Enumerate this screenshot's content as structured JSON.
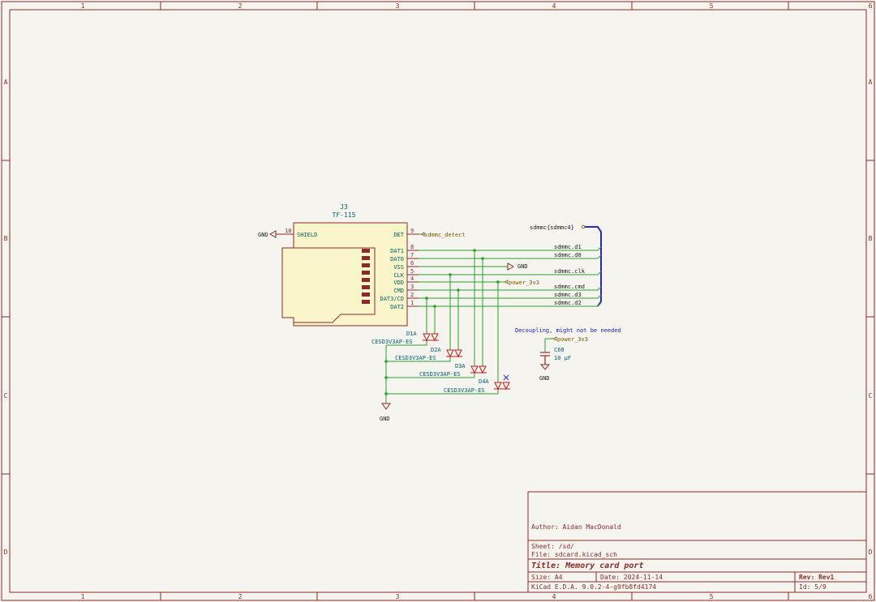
{
  "colors": {
    "background": "#f5f4ef",
    "frame": "#8b2a2a",
    "pin": "#8b2a2a",
    "wire": "#2e9e2e",
    "bus": "#2a2ab8",
    "label_text": "#1a1a1a",
    "ref_text": "#00606a",
    "value_text": "#00606a",
    "global_label": "#7a5a00",
    "body_fill": "#fbf6c9",
    "comment_text": "#1a1ab8",
    "diode": "#c01818"
  },
  "frame": {
    "columns": [
      "1",
      "2",
      "3",
      "4",
      "5",
      "6"
    ],
    "rows": [
      "A",
      "B",
      "C",
      "D"
    ]
  },
  "connector": {
    "ref": "J3",
    "value": "TF-115",
    "pins": [
      {
        "num": "9",
        "name": "DET"
      },
      {
        "num": "10",
        "name": "SHIELD"
      },
      {
        "num": "8",
        "name": "DAT1"
      },
      {
        "num": "7",
        "name": "DAT0"
      },
      {
        "num": "6",
        "name": "VSS"
      },
      {
        "num": "5",
        "name": "CLK"
      },
      {
        "num": "4",
        "name": "VDD"
      },
      {
        "num": "3",
        "name": "CMD"
      },
      {
        "num": "2",
        "name": "DAT3/CD"
      },
      {
        "num": "1",
        "name": "DAT2"
      }
    ]
  },
  "labels": {
    "sdmmc_detect": "sdmmc_detect",
    "bus": "sdmmc{sdmmc4}",
    "bus_entries": [
      "sdmmc.d1",
      "sdmmc.d0",
      "sdmmc.clk",
      "sdmmc.cmd",
      "sdmmc.d3",
      "sdmmc.d2"
    ],
    "power_3v3_a": "power_3v3",
    "power_3v3_b": "power_3v3",
    "gnd_left": "GND",
    "gnd_vss": "GND",
    "gnd_diodes": "GND",
    "gnd_cap": "GND"
  },
  "diodes": [
    {
      "ref": "D1A",
      "value": "CESD3V3AP-ES"
    },
    {
      "ref": "D2A",
      "value": "CESD3V3AP-ES"
    },
    {
      "ref": "D3A",
      "value": "CESD3V3AP-ES"
    },
    {
      "ref": "D4A",
      "value": "CESD3V3AP-ES"
    }
  ],
  "capacitor": {
    "ref": "C60",
    "value": "10 µF"
  },
  "comment": "Decoupling, might not be needed",
  "title_block": {
    "author": "Author: Aidan MacDonald",
    "sheet": "Sheet: /sd/",
    "file": "File: sdcard.kicad_sch",
    "title": "Title: Memory card port",
    "size": "Size: A4",
    "date": "Date: 2024-11-14",
    "rev": "Rev: Rev1",
    "tool": "KiCad E.D.A. 9.0.2-4-g9fb8fd4174",
    "id": "Id: 5/9"
  }
}
